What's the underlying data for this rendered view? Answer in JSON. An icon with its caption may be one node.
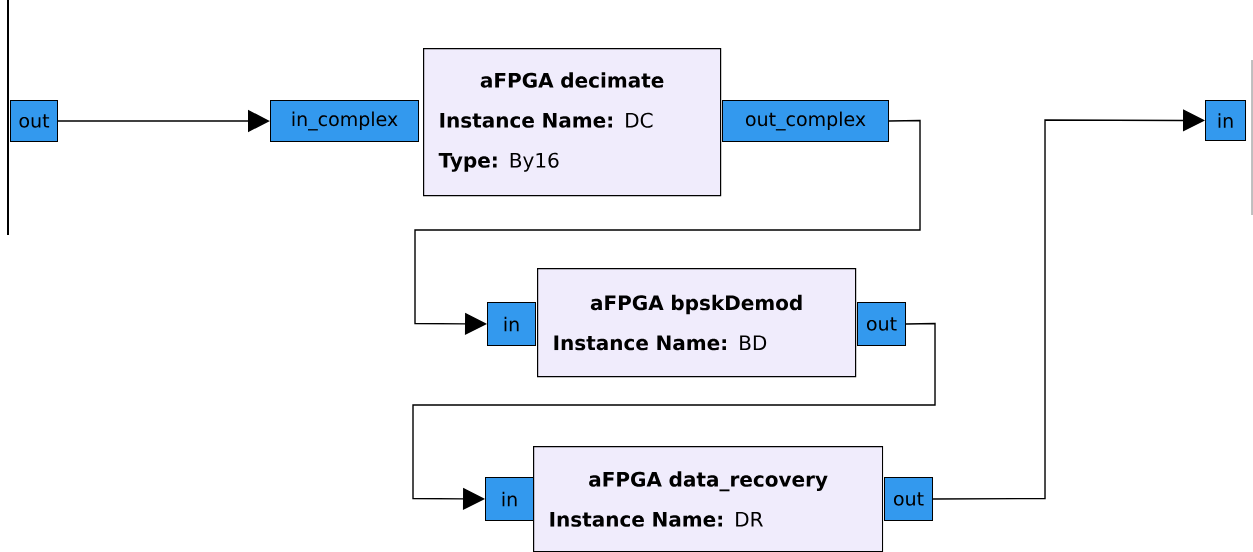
{
  "diagram": {
    "nodes": [
      {
        "text": [
          "out"
        ]
      },
      {
        "text": [
          "in_complex"
        ]
      },
      {
        "text": [
          "aFPGA decimate",
          "**Instance Name:** DC",
          "**Type:** By16"
        ]
      },
      {
        "text": [
          "out_complex"
        ]
      },
      {
        "text": [
          "in"
        ]
      },
      {
        "text": [
          "aFPGA bpskDemod",
          "**Instance Name:** BD"
        ]
      },
      {
        "text": [
          "out"
        ]
      },
      {
        "text": [
          "in"
        ]
      },
      {
        "text": [
          "aFPGA data_recovery",
          "**Instance Name:** DR"
        ]
      },
      {
        "text": [
          "out"
        ]
      },
      {
        "text": [
          "in"
        ]
      }
    ],
    "edges": [
      {
        "from": 0,
        "to": 1,
        "arrow": "to"
      },
      {
        "from": 3,
        "to": 4,
        "arrow": "to"
      },
      {
        "from": 6,
        "to": 7,
        "arrow": "to"
      },
      {
        "from": 9,
        "to": 10,
        "arrow": "to"
      }
    ]
  }
}
